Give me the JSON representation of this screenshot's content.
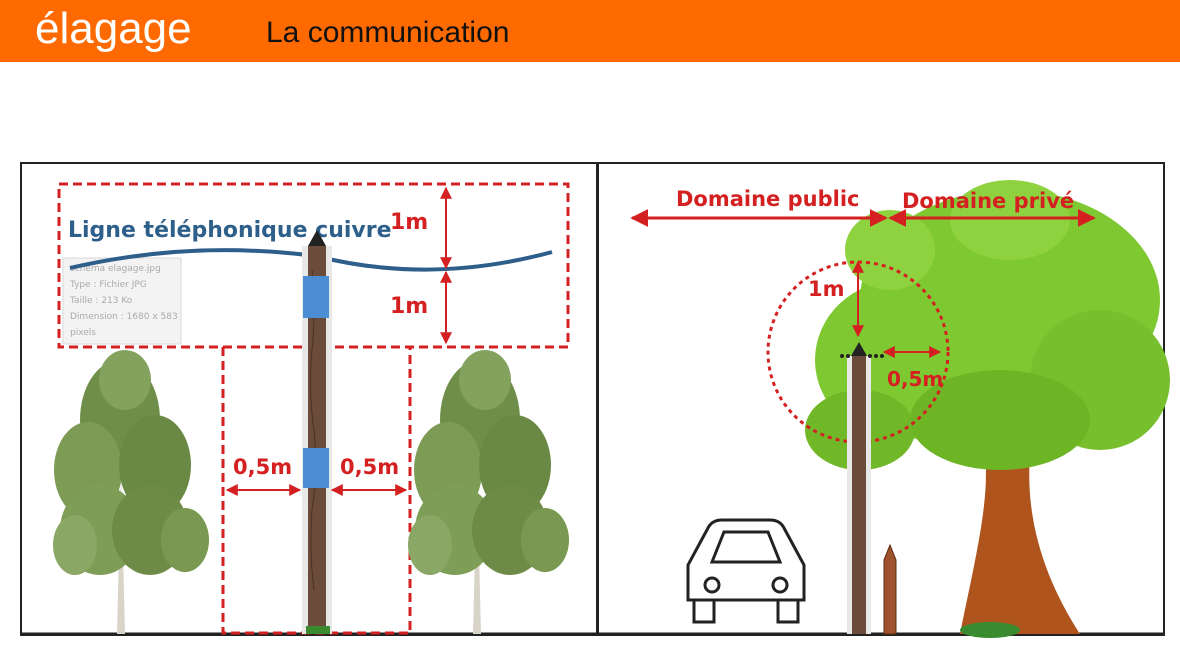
{
  "header": {
    "brand": "élagage",
    "title": "La communication"
  },
  "left_panel": {
    "line_label": "Ligne téléphonique cuivre",
    "top_clearance": "1m",
    "below_clearance": "1m",
    "left_clearance": "0,5m",
    "right_clearance": "0,5m",
    "tooltip": {
      "line1": "schema elagage.jpg",
      "line2": "Type : Fichier JPG",
      "line3": "Taille : 213 Ko",
      "line4": "Dimension : 1680 x 583",
      "line5": "pixels"
    }
  },
  "right_panel": {
    "public_domain": "Domaine public",
    "private_domain": "Domaine privé",
    "radius_up": "1m",
    "radius_side": "0,5m"
  },
  "colors": {
    "header": "#ff6a00",
    "dimension_red": "#d42020",
    "line_blue": "#2e5f8a",
    "tree_green": "#7ec832"
  }
}
